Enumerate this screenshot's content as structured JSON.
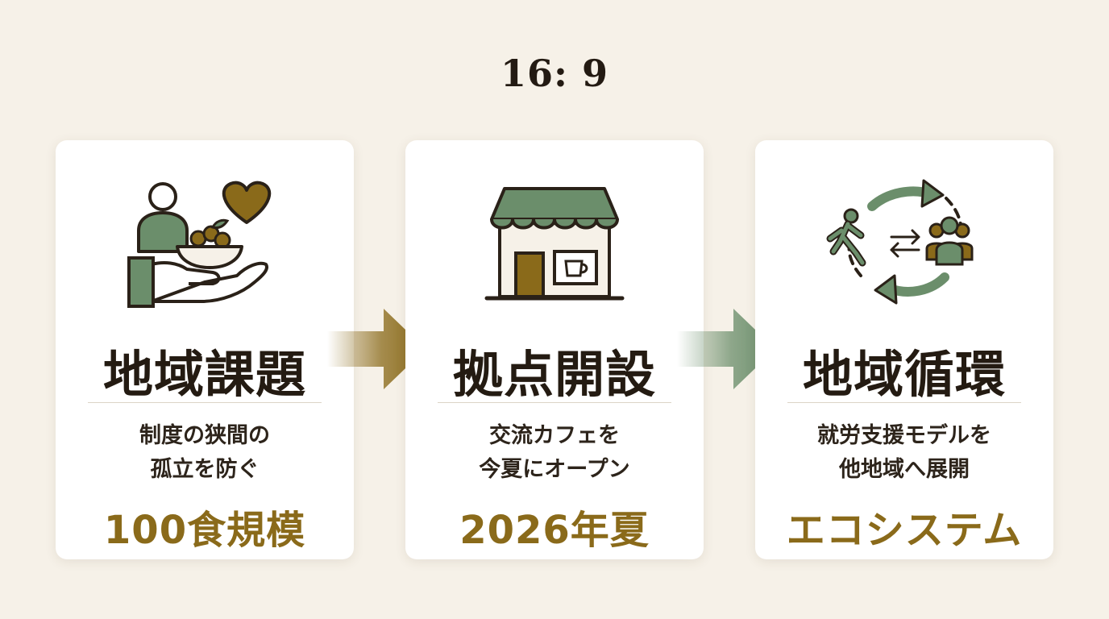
{
  "header": {
    "ratio_label": "16: 9"
  },
  "cards": [
    {
      "title": "地域課題",
      "desc_lines": [
        "制度の狭間の",
        "孤立を防ぐ"
      ],
      "highlight": "100食規模",
      "icon": "care-hand-heart-icon"
    },
    {
      "title": "拠点開設",
      "desc_lines": [
        "交流カフェを",
        "今夏にオープン"
      ],
      "highlight": "2026年夏",
      "icon": "cafe-storefront-icon"
    },
    {
      "title": "地域循環",
      "desc_lines": [
        "就労支援モデルを",
        "他地域へ展開"
      ],
      "highlight": "エコシステム",
      "icon": "community-cycle-icon"
    }
  ],
  "colors": {
    "background": "#f6f1e8",
    "gold": "#8a6a1a",
    "green": "#6b8e6b",
    "dark": "#2a2118"
  }
}
